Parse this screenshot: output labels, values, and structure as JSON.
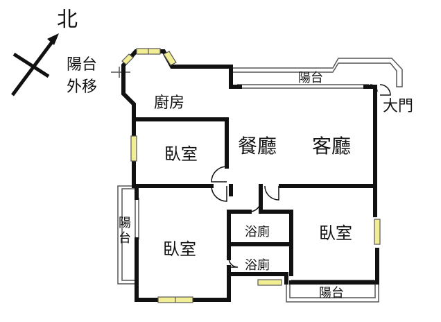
{
  "colors": {
    "wall": "#111111",
    "window_fill": "#f2ee96",
    "window_line": "#555555",
    "background": "#ffffff",
    "thin_line": "#555555",
    "balcony_fill": "#ffffff"
  },
  "north": {
    "label": "北"
  },
  "labels": {
    "balcony_moved": "陽台",
    "balcony_moved_2": "外移",
    "kitchen": "廚房",
    "balcony_top": "陽台",
    "main_door": "大門",
    "dining": "餐廳",
    "living": "客廳",
    "bedroom_1": "臥室",
    "bedroom_2": "臥室",
    "bedroom_3": "臥室",
    "bath_1": "浴廁",
    "bath_2": "浴廁",
    "balcony_left_1": "陽",
    "balcony_left_2": "台",
    "balcony_bottom": "陽台"
  }
}
